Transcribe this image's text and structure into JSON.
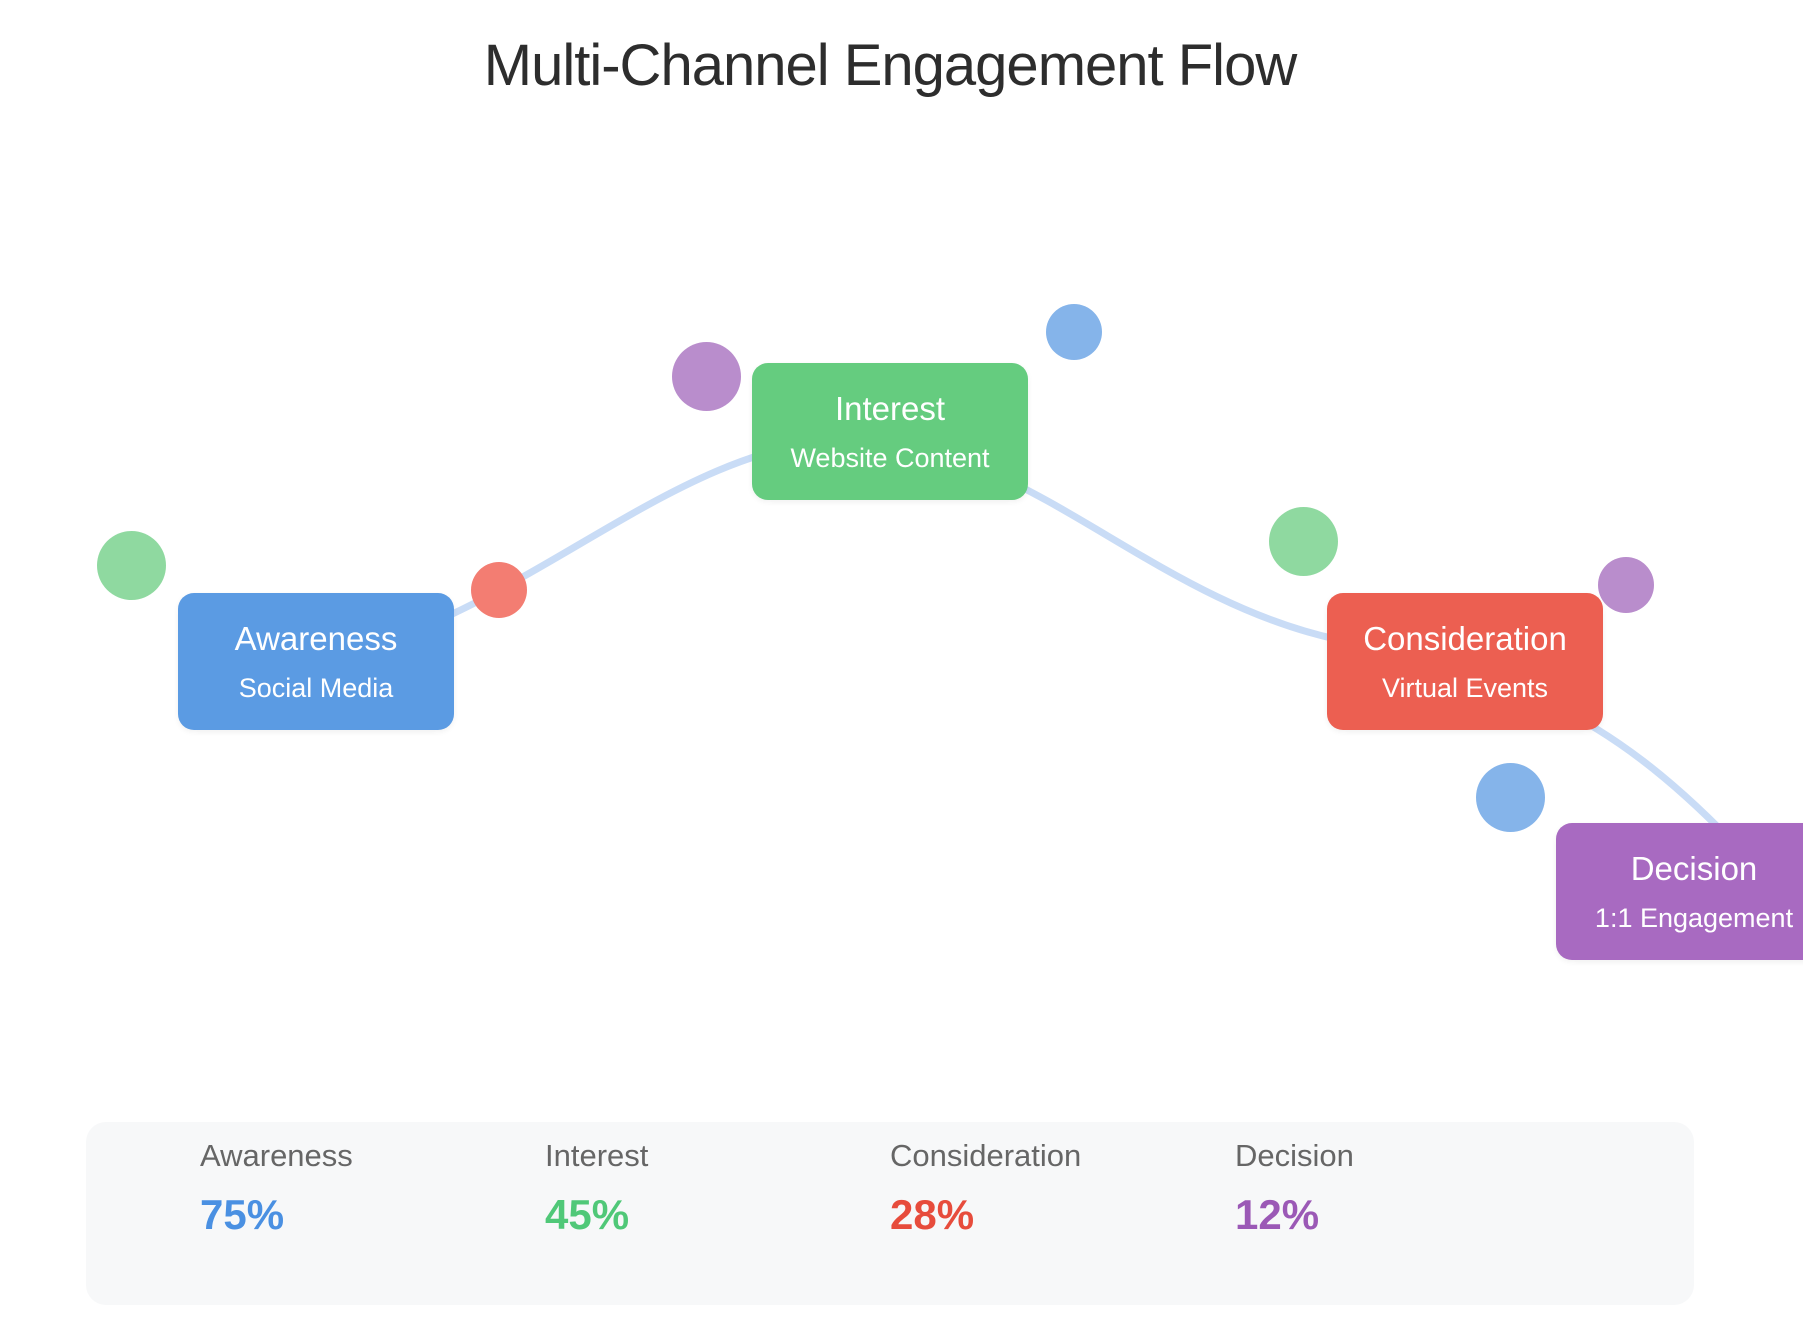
{
  "title": "Multi-Channel Engagement Flow",
  "colors": {
    "blue": "#4a90e2",
    "green": "#50c878",
    "red": "#e74c3c",
    "purple": "#9b59b6",
    "flow_line": "#c9dcf6"
  },
  "stages": [
    {
      "name": "Awareness",
      "channel": "Social Media",
      "color": "#5b9be3"
    },
    {
      "name": "Interest",
      "channel": "Website Content",
      "color": "#65cc7f"
    },
    {
      "name": "Consideration",
      "channel": "Virtual Events",
      "color": "#ec5f51"
    },
    {
      "name": "Decision",
      "channel": "1:1 Engagement",
      "color": "#a86ac1"
    }
  ],
  "stats": [
    {
      "label": "Awareness",
      "value": "75%",
      "color": "#4a90e2"
    },
    {
      "label": "Interest",
      "value": "45%",
      "color": "#50c878"
    },
    {
      "label": "Consideration",
      "value": "28%",
      "color": "#e74c3c"
    },
    {
      "label": "Decision",
      "value": "12%",
      "color": "#9b59b6"
    }
  ]
}
